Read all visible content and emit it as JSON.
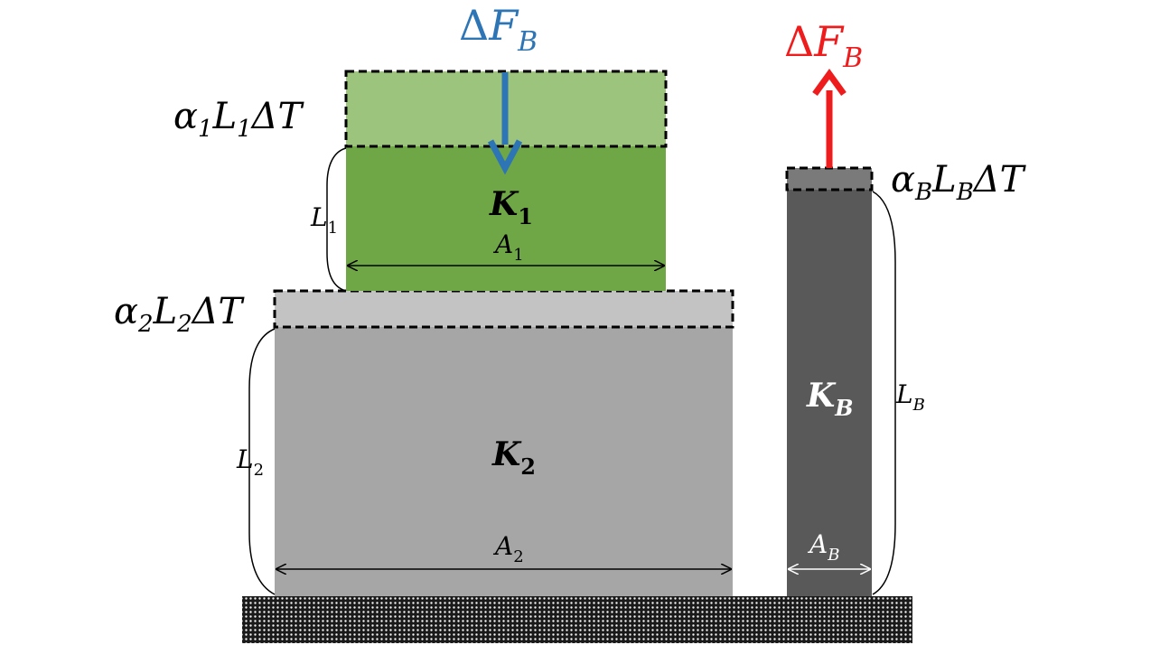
{
  "colors": {
    "k1_body": "#6fa746",
    "k1_expansion": "#9cc47c",
    "k2_body": "#a6a6a6",
    "k2_expansion": "#c3c3c3",
    "kb_body": "#595959",
    "kb_expansion": "#7a7a7a",
    "arrow_down": "#2e75b6",
    "arrow_up": "#ee1c1c",
    "ground": "#1a1a1a"
  },
  "labels": {
    "force_top": {
      "delta": "Δ",
      "sym": "F",
      "sub": "B"
    },
    "force_right": {
      "delta": "Δ",
      "sym": "F",
      "sub": "B"
    },
    "expansion_1": {
      "alpha": "α",
      "a_sub": "1",
      "L": "L",
      "l_sub": "1",
      "dt": "ΔT"
    },
    "expansion_2": {
      "alpha": "α",
      "a_sub": "2",
      "L": "L",
      "l_sub": "2",
      "dt": "ΔT"
    },
    "expansion_b": {
      "alpha": "α",
      "a_sub": "B",
      "L": "L",
      "l_sub": "B",
      "dt": "ΔT"
    },
    "stiffness_1": {
      "sym": "K",
      "sub": "1"
    },
    "stiffness_2": {
      "sym": "K",
      "sub": "2"
    },
    "stiffness_b": {
      "sym": "K",
      "sub": "B"
    },
    "length_1": {
      "sym": "L",
      "sub": "1"
    },
    "length_2": {
      "sym": "L",
      "sub": "2"
    },
    "length_b": {
      "sym": "L",
      "sub": "B"
    },
    "area_1": {
      "sym": "A",
      "sub": "1"
    },
    "area_2": {
      "sym": "A",
      "sub": "2"
    },
    "area_b": {
      "sym": "A",
      "sub": "B"
    }
  }
}
